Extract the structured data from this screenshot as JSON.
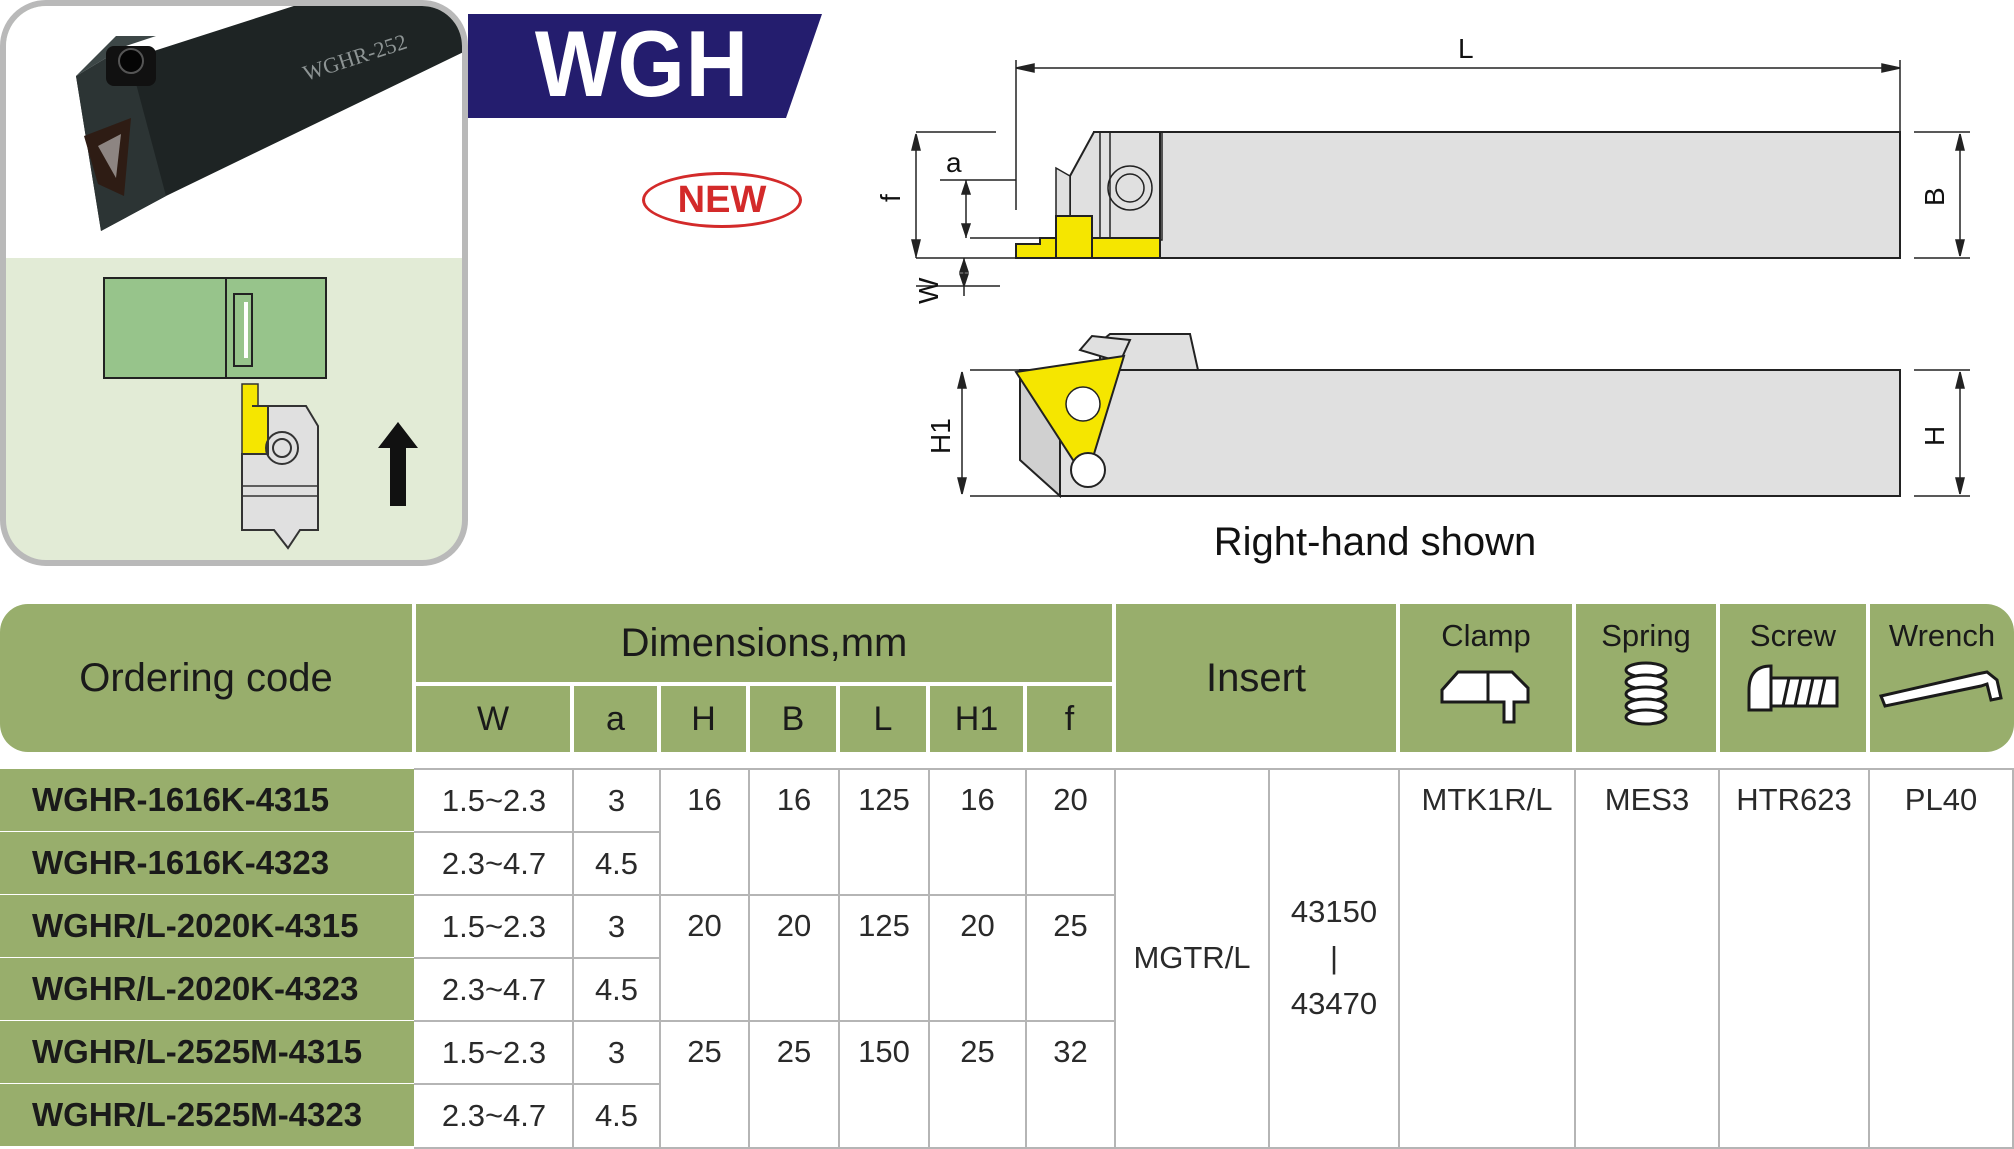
{
  "banner": {
    "title": "WGH",
    "new_badge": "NEW"
  },
  "photo": {
    "holder_marking": "WGHR-252"
  },
  "drawing": {
    "caption": "Right-hand shown",
    "dims": {
      "L": "L",
      "a": "a",
      "f": "f",
      "W": "W",
      "B": "B",
      "H1": "H1",
      "H": "H"
    }
  },
  "colors": {
    "header_green": "#98ae6c",
    "banner_navy": "#241d6e",
    "insert_yellow": "#f5e600",
    "badge_red": "#d32a2a"
  },
  "table": {
    "headers": {
      "ordering_code": "Ordering code",
      "dimensions": "Dimensions,mm",
      "dim_cols": [
        "W",
        "a",
        "H",
        "B",
        "L",
        "H1",
        "f"
      ],
      "insert": "Insert",
      "clamp": "Clamp",
      "spring": "Spring",
      "screw": "Screw",
      "wrench": "Wrench"
    },
    "icons": {
      "clamp": "clamp-icon",
      "spring": "spring-icon",
      "screw": "screw-icon",
      "wrench": "hex-wrench-icon"
    },
    "rows": [
      {
        "code": "WGHR-1616K-4315",
        "W": "1.5~2.3",
        "a": "3"
      },
      {
        "code": "WGHR-1616K-4323",
        "W": "2.3~4.7",
        "a": "4.5"
      },
      {
        "code": "WGHR/L-2020K-4315",
        "W": "1.5~2.3",
        "a": "3"
      },
      {
        "code": "WGHR/L-2020K-4323",
        "W": "2.3~4.7",
        "a": "4.5"
      },
      {
        "code": "WGHR/L-2525M-4315",
        "W": "1.5~2.3",
        "a": "3"
      },
      {
        "code": "WGHR/L-2525M-4323",
        "W": "2.3~4.7",
        "a": "4.5"
      }
    ],
    "groups": [
      {
        "H": "16",
        "B": "16",
        "L": "125",
        "H1": "16",
        "f": "20"
      },
      {
        "H": "20",
        "B": "20",
        "L": "125",
        "H1": "20",
        "f": "25"
      },
      {
        "H": "25",
        "B": "25",
        "L": "150",
        "H1": "25",
        "f": "32"
      }
    ],
    "insert": {
      "type": "MGTR/L",
      "range_start": "43150",
      "range_sep": "|",
      "range_end": "43470"
    },
    "parts": {
      "clamp": "MTK1R/L",
      "spring": "MES3",
      "screw": "HTR623",
      "wrench": "PL40"
    }
  }
}
